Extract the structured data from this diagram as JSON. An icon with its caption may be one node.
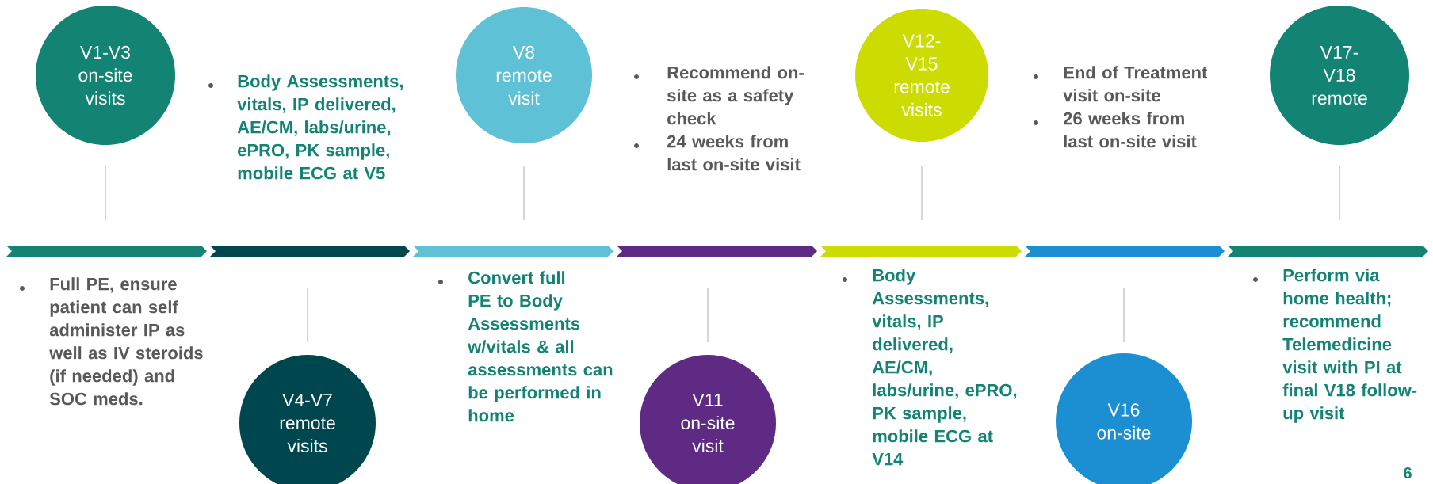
{
  "diagram": {
    "nodes": [
      {
        "text": [
          "V1-V3 on-site visits"
        ]
      },
      {
        "text": [
          "V4-V7 remote visits"
        ]
      },
      {
        "text": [
          "V8 remote visit"
        ]
      },
      {
        "text": [
          "V11 on-site visit"
        ]
      },
      {
        "text": [
          "V12- V15 remote visits"
        ]
      },
      {
        "text": [
          "V16 on-site"
        ]
      },
      {
        "text": [
          "V17- V18 remote"
        ]
      }
    ],
    "labels": [
      "Body Assessments, vitals, IP delivered, AE/CM, labs/urine, ePRO, PK sample, mobile ECG at V5",
      "Recommend on-site as a safety check",
      "24 weeks from last on-site visit",
      "End of Treatment visit on-site",
      "26 weeks from last on-site visit",
      "Full PE, ensure patient can self administer IP as well as IV steroids (if needed) and SOC meds.",
      "Convert full PE to Body Assessments w/vitals & all assessments can be performed in home",
      "Body Assessments, vitals, IP delivered, AE/CM, labs/urine, ePRO, PK sample, mobile ECG at V14",
      "Perform via home health; recommend Telemedicine visit with PI at final V18 follow-up visit",
      "6"
    ]
  }
}
